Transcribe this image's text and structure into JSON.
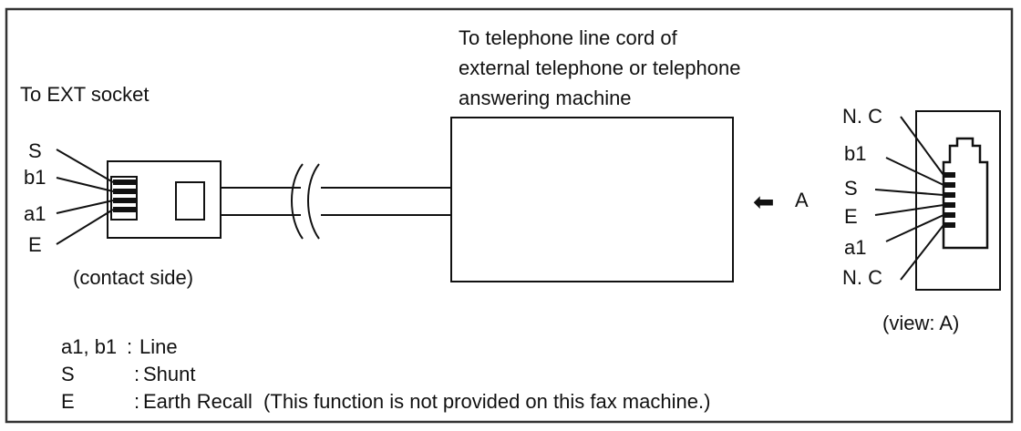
{
  "colors": {
    "ink": "#111111",
    "background": "#ffffff",
    "frame": "#333333"
  },
  "left_plug": {
    "title": "To EXT socket",
    "pins": [
      "S",
      "b1",
      "a1",
      "E"
    ],
    "caption": "(contact side)"
  },
  "device": {
    "caption_lines": [
      "To telephone line cord of",
      "external telephone or telephone",
      "answering machine"
    ]
  },
  "view_arrow": {
    "glyph": "⬅",
    "label": "A"
  },
  "right_socket": {
    "pins": [
      "N. C",
      "b1",
      "S",
      "E",
      "a1",
      "N. C"
    ],
    "caption": "(view: A)"
  },
  "legend": {
    "rows": [
      {
        "key": "a1, b1",
        "sep": ":",
        "desc": "Line"
      },
      {
        "key": "S",
        "sep": ":",
        "desc": "Shunt"
      },
      {
        "key": "E",
        "sep": ":",
        "desc": "Earth Recall  (This function is not provided on this fax machine.)"
      }
    ]
  }
}
